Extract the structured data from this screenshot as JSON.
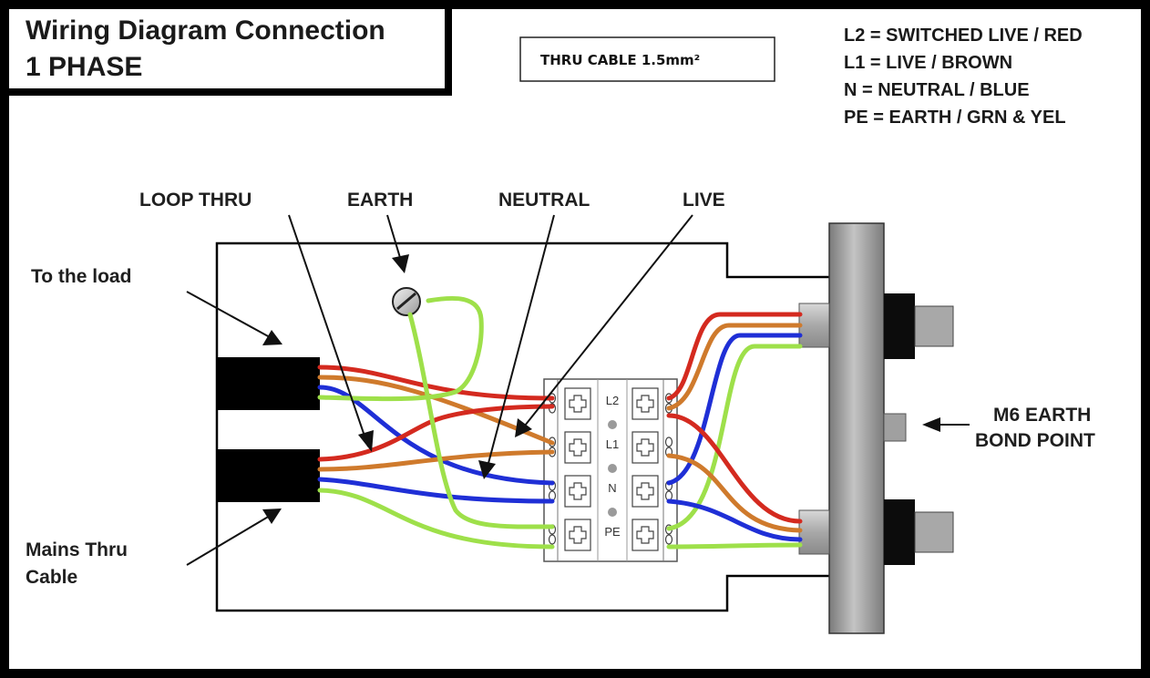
{
  "title": {
    "line1": "Wiring Diagram Connection",
    "line2": "1 PHASE"
  },
  "cable_box": {
    "text": "THRU CABLE 1.5mm²"
  },
  "legend": [
    {
      "text": "L2 = SWITCHED LIVE / RED"
    },
    {
      "text": "L1 = LIVE / BROWN"
    },
    {
      "text": "N = NEUTRAL / BLUE"
    },
    {
      "text": "PE = EARTH / GRN & YEL"
    }
  ],
  "callouts": {
    "loop_thru": "LOOP THRU",
    "earth": "EARTH",
    "neutral": "NEUTRAL",
    "live": "LIVE",
    "to_load": "To the load",
    "mains_thru_line1": "Mains Thru",
    "mains_thru_line2": "Cable",
    "m6_line1": "M6 EARTH",
    "m6_line2": "BOND POINT"
  },
  "terminals": [
    "L2",
    "L1",
    "N",
    "PE"
  ],
  "colors": {
    "red": "#d42a1f",
    "brown": "#cf7a2c",
    "blue": "#1f2fd6",
    "earth": "#9ee04a",
    "body_fill": "#ffffff",
    "plate_fill": "#9a9a9a"
  }
}
